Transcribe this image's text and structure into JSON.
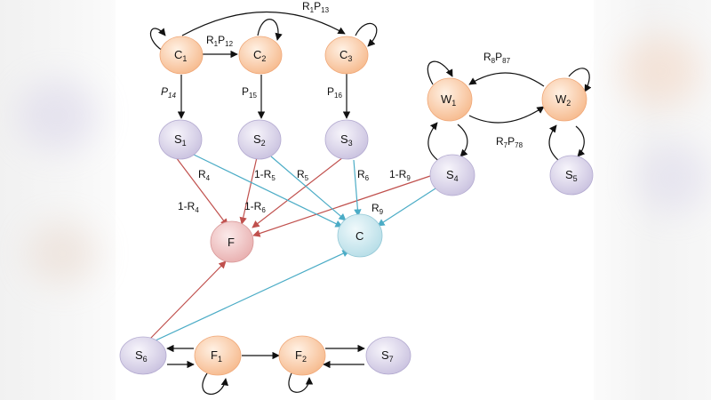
{
  "colors": {
    "orange_fill": "#f9c7a3",
    "purple_fill": "#d7d1e6",
    "red_fill": "#efc2c2",
    "cyan_fill": "#cbe6ec",
    "black_edge": "#111111",
    "red_edge": "#c0504d",
    "cyan_edge": "#4bacc6"
  },
  "nodes": {
    "C1": {
      "main": "C",
      "sub": "1",
      "group": "orange"
    },
    "C2": {
      "main": "C",
      "sub": "2",
      "group": "orange"
    },
    "C3": {
      "main": "C",
      "sub": "3",
      "group": "orange"
    },
    "W1": {
      "main": "W",
      "sub": "1",
      "group": "orange"
    },
    "W2": {
      "main": "W",
      "sub": "2",
      "group": "orange"
    },
    "S1": {
      "main": "S",
      "sub": "1",
      "group": "purple"
    },
    "S2": {
      "main": "S",
      "sub": "2",
      "group": "purple"
    },
    "S3": {
      "main": "S",
      "sub": "3",
      "group": "purple"
    },
    "S4": {
      "main": "S",
      "sub": "4",
      "group": "purple"
    },
    "S5": {
      "main": "S",
      "sub": "5",
      "group": "purple"
    },
    "S6": {
      "main": "S",
      "sub": "6",
      "group": "purple"
    },
    "S7": {
      "main": "S",
      "sub": "7",
      "group": "purple"
    },
    "F1": {
      "main": "F",
      "sub": "1",
      "group": "orange"
    },
    "F2": {
      "main": "F",
      "sub": "2",
      "group": "orange"
    },
    "F": {
      "main": "F",
      "sub": "",
      "group": "red"
    },
    "C": {
      "main": "C",
      "sub": "",
      "group": "cyan"
    }
  },
  "labels": {
    "r1p13": {
      "a": "R",
      "as": "1",
      "b": "P",
      "bs": "13"
    },
    "r1p12": {
      "a": "R",
      "as": "1",
      "b": "P",
      "bs": "12"
    },
    "p14": {
      "a": "P",
      "as": "14"
    },
    "p15": {
      "a": "P",
      "as": "15"
    },
    "p16": {
      "a": "P",
      "as": "16"
    },
    "r8p87": {
      "a": "R",
      "as": "8",
      "b": "P",
      "bs": "87"
    },
    "r7p78": {
      "a": "R",
      "as": "7",
      "b": "P",
      "bs": "78"
    },
    "r4": {
      "a": "R",
      "as": "4"
    },
    "one_minus_r4": {
      "a": "1-R",
      "as": "4"
    },
    "one_minus_r5": {
      "a": "1-R",
      "as": "5"
    },
    "one_minus_r6": {
      "a": "1-R",
      "as": "6"
    },
    "r5": {
      "a": "R",
      "as": "5"
    },
    "r6": {
      "a": "R",
      "as": "6"
    },
    "one_minus_r9": {
      "a": "1-R",
      "as": "9"
    },
    "r9": {
      "a": "R",
      "as": "9"
    }
  }
}
